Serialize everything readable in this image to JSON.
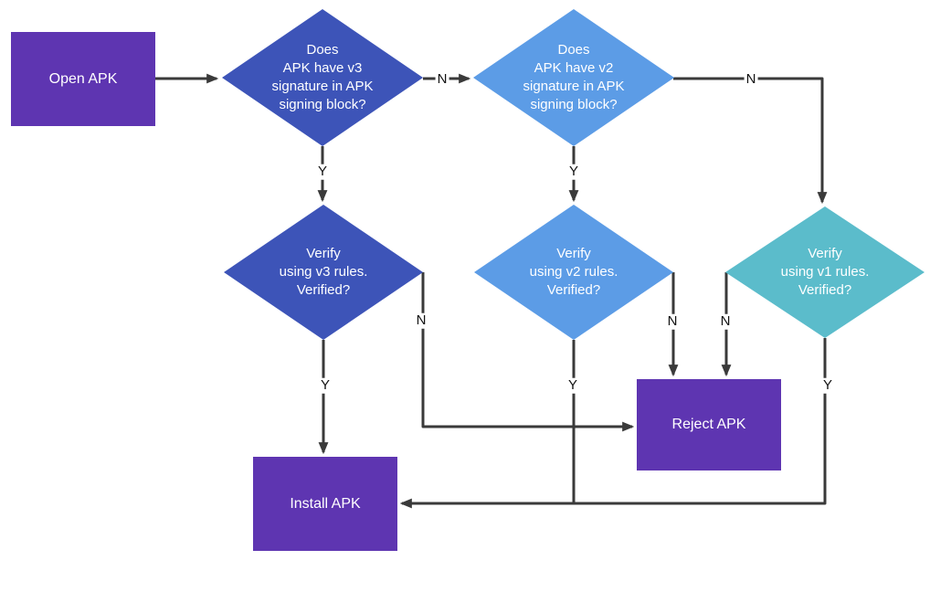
{
  "diagram": {
    "title": "APK signature verification flowchart",
    "arrow_color": "#3a3a3a",
    "nodes": {
      "open_apk": {
        "label": "Open APK",
        "color": "#5e35b1",
        "shape": "rect"
      },
      "v3_check": {
        "label": "Does\nAPK have v3\nsignature in APK\nsigning block?",
        "color": "#3d54b8",
        "shape": "diamond"
      },
      "v2_check": {
        "label": "Does\nAPK have v2\nsignature in APK\nsigning block?",
        "color": "#5c9ce6",
        "shape": "diamond"
      },
      "v3_verify": {
        "label": "Verify\nusing v3 rules.\nVerified?",
        "color": "#3d54b8",
        "shape": "diamond"
      },
      "v2_verify": {
        "label": "Verify\nusing v2 rules.\nVerified?",
        "color": "#5c9ce6",
        "shape": "diamond"
      },
      "v1_verify": {
        "label": "Verify\nusing v1 rules.\nVerified?",
        "color": "#5bbccb",
        "shape": "diamond"
      },
      "reject_apk": {
        "label": "Reject APK",
        "color": "#5e35b1",
        "shape": "rect"
      },
      "install_apk": {
        "label": "Install APK",
        "color": "#5e35b1",
        "shape": "rect"
      }
    },
    "edge_labels": {
      "v3_check_no": "N",
      "v2_check_no": "N",
      "v3_check_yes": "Y",
      "v2_check_yes": "Y",
      "v3_verify_yes": "Y",
      "v3_verify_no": "N",
      "v2_verify_no": "N",
      "v1_verify_no": "N",
      "v2_verify_yes": "Y",
      "v1_verify_yes": "Y"
    }
  }
}
